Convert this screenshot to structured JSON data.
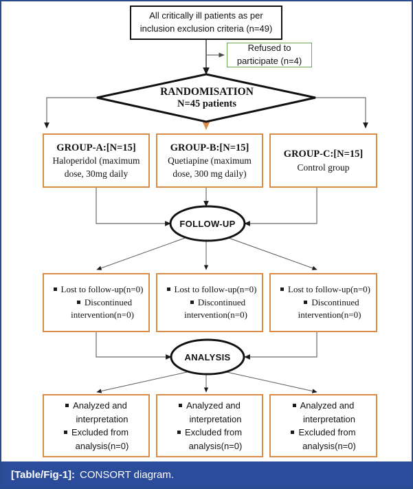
{
  "figure": {
    "caption_tag": "[Table/Fig-1]:",
    "caption_text": "CONSORT diagram.",
    "frame_color": "#2b4b8f",
    "caption_bar_color": "#2b4b9b"
  },
  "colors": {
    "box_black": "#111111",
    "box_green": "#6aa84f",
    "box_orange": "#d98c47",
    "arrow_gray": "#5a5a5a",
    "arrow_orange": "#d98c47"
  },
  "diagram": {
    "type": "consort-flow-diagram",
    "enrollment": {
      "label_line1": "All critically ill patients as per",
      "label_line2": "inclusion exclusion criteria (n=49)",
      "n": 49
    },
    "excluded": {
      "label_line1": "Refused to",
      "label_line2": "participate (n=4)",
      "n": 4
    },
    "randomisation": {
      "label_line1": "RANDOMISATION",
      "label_line2": "N=45 patients",
      "n": 45
    },
    "groups": [
      {
        "title": "GROUP-A:[N=15]",
        "line1": "Haloperidol (maximum",
        "line2": "dose, 30mg daily",
        "n": 15
      },
      {
        "title": "GROUP-B:[N=15]",
        "line1": "Quetiapine (maximum",
        "line2": "dose, 300 mg daily)",
        "n": 15
      },
      {
        "title": "GROUP-C:[N=15]",
        "line1": "Control group",
        "line2": "",
        "n": 15
      }
    ],
    "followup_node": {
      "label": "FOLLOW-UP"
    },
    "followup_boxes": [
      {
        "item1": "Lost to follow-up(n=0)",
        "item2_line1": "Discontinued",
        "item2_line2": "intervention(n=0)"
      },
      {
        "item1": "Lost to follow-up(n=0)",
        "item2_line1": "Discontinued",
        "item2_line2": "intervention(n=0)"
      },
      {
        "item1": "Lost to follow-up(n=0)",
        "item2_line1": "Discontinued",
        "item2_line2": "intervention(n=0)"
      }
    ],
    "analysis_node": {
      "label": "ANALYSIS"
    },
    "analysis_boxes": [
      {
        "item1_line1": "Analyzed and",
        "item1_line2": "interpretation",
        "item2_line1": "Excluded from",
        "item2_line2": "analysis(n=0)"
      },
      {
        "item1_line1": "Analyzed and",
        "item1_line2": "interpretation",
        "item2_line1": "Excluded from",
        "item2_line2": "analysis(n=0)"
      },
      {
        "item1_line1": "Analyzed and",
        "item1_line2": "interpretation",
        "item2_line1": "Excluded from",
        "item2_line2": "analysis(n=0)"
      }
    ]
  }
}
